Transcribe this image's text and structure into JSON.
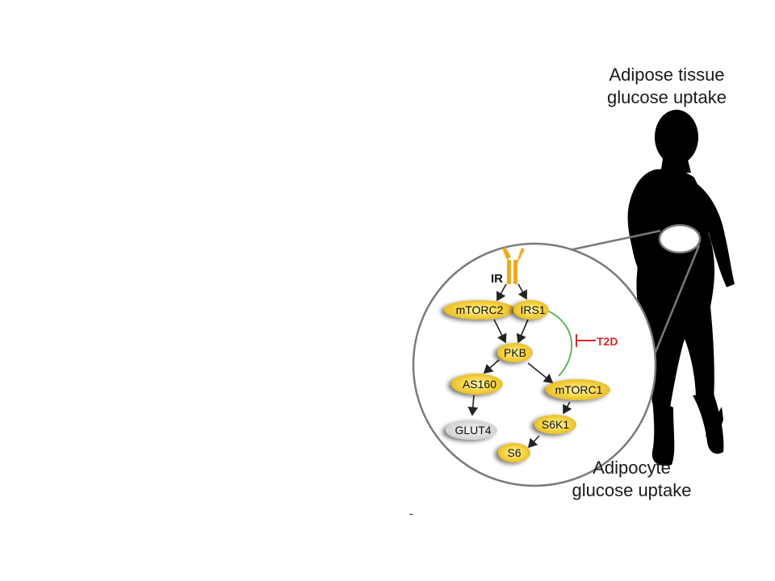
{
  "labels": {
    "tissue_line1": "Adipose tissue",
    "tissue_line2": "glucose uptake",
    "cell_line1": "Adipocyte",
    "cell_line2": "glucose uptake",
    "dash": "-"
  },
  "nodes": {
    "ir": "IR",
    "mtorc2": "mTORC2",
    "irs1": "IRS1",
    "pkb": "PKB",
    "as160": "AS160",
    "mtorc1": "mTORC1",
    "glut4": "GLUT4",
    "s6k1": "S6K1",
    "s6": "S6"
  },
  "inhibitor": {
    "label": "T2D",
    "color": "#d42a2a"
  },
  "colors": {
    "node_fill": "#f6d64a",
    "receptor": "#f2a818",
    "feedback_line": "#5cb85c",
    "silhouette": "#000000",
    "circle_outline": "#7a7a7a"
  }
}
